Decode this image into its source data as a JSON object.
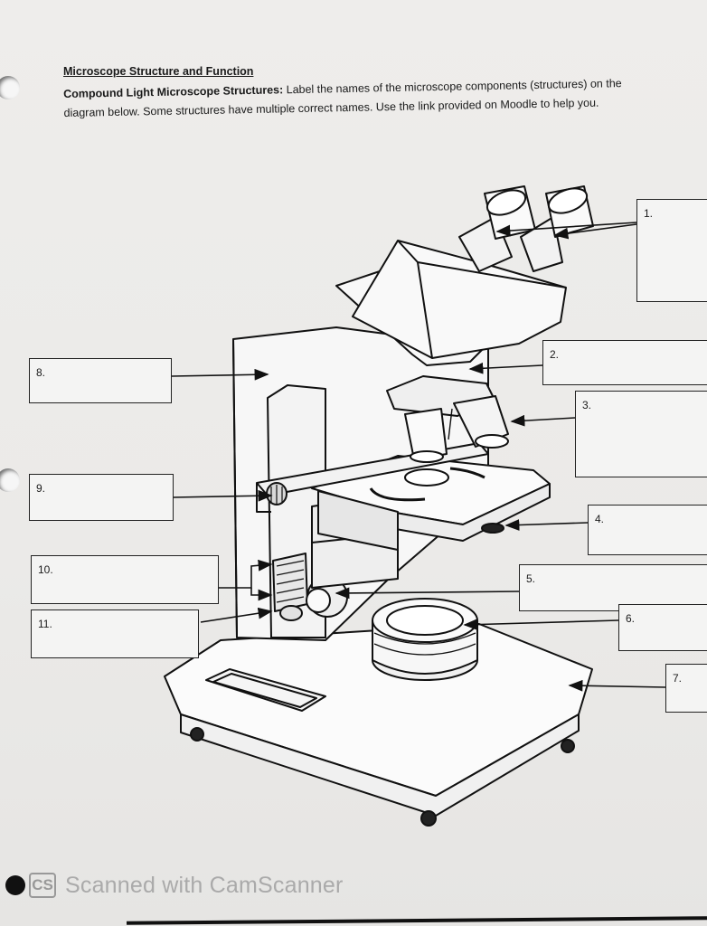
{
  "heading": {
    "title": "Microscope Structure and Function",
    "instructions_bold": "Compound Light Microscope Structures:",
    "instructions_text": " Label the names of the microscope components (structures) on the diagram below.  Some structures have multiple correct names.  Use the link provided on Moodle to help you."
  },
  "labels": [
    {
      "number": "1."
    },
    {
      "number": "2."
    },
    {
      "number": "3."
    },
    {
      "number": "4."
    },
    {
      "number": "5."
    },
    {
      "number": "6."
    },
    {
      "number": "7."
    },
    {
      "number": "8."
    },
    {
      "number": "9."
    },
    {
      "number": "10."
    },
    {
      "number": "11."
    }
  ],
  "watermark": {
    "logo": "CS",
    "text": "Scanned with CamScanner"
  },
  "icons": [
    "binder-hole-icon",
    "camscanner-logo-icon"
  ]
}
